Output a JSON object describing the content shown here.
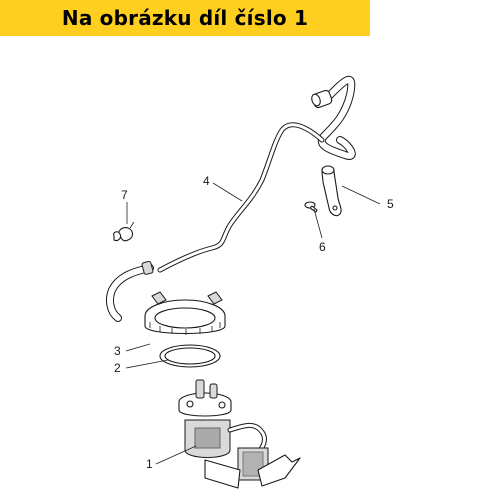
{
  "banner": {
    "title": "Na obrázku díl číslo 1",
    "background_color": "#ffcf1f"
  },
  "callouts": [
    {
      "id": "1",
      "label": "1"
    },
    {
      "id": "2",
      "label": "2"
    },
    {
      "id": "3",
      "label": "3"
    },
    {
      "id": "4",
      "label": "4"
    },
    {
      "id": "5",
      "label": "5"
    },
    {
      "id": "6",
      "label": "6"
    },
    {
      "id": "7",
      "label": "7"
    }
  ]
}
